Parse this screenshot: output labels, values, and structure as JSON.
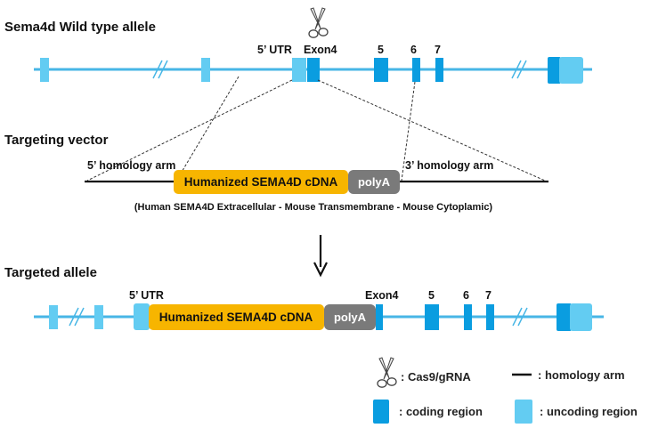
{
  "colors": {
    "backbone": "#47b6e6",
    "coding": "#0a9de0",
    "uncoding": "#63ccf2",
    "cdna_box": "#f7b500",
    "polya_box": "#7a7a7a",
    "text": "#111111"
  },
  "wild_type": {
    "title": "Sema4d Wild type allele",
    "utr_label": "5’ UTR",
    "exon4_label": "Exon4",
    "exon_labels": [
      "5",
      "6",
      "7"
    ]
  },
  "vector": {
    "title": "Targeting vector",
    "left_arm_label": "5’ homology arm",
    "right_arm_label": "3’ homology arm",
    "cdna_label": "Humanized  SEMA4D cDNA",
    "polya_label": "polyA",
    "caption": "(Human SEMA4D Extracellular - Mouse Transmembrane - Mouse Cytoplamic)"
  },
  "targeted": {
    "title": "Targeted allele",
    "utr_label": "5’ UTR",
    "cdna_label": "Humanized  SEMA4D cDNA",
    "polya_label": "polyA",
    "exon4_label": "Exon4",
    "exon_labels": [
      "5",
      "6",
      "7"
    ]
  },
  "legend": {
    "cas9": ": Cas9/gRNA",
    "homology_arm": ": homology arm",
    "coding": ": coding region",
    "uncoding": ": uncoding region"
  },
  "icons": {
    "scissors": "scissors-icon",
    "arrow": "down-arrow-icon"
  }
}
